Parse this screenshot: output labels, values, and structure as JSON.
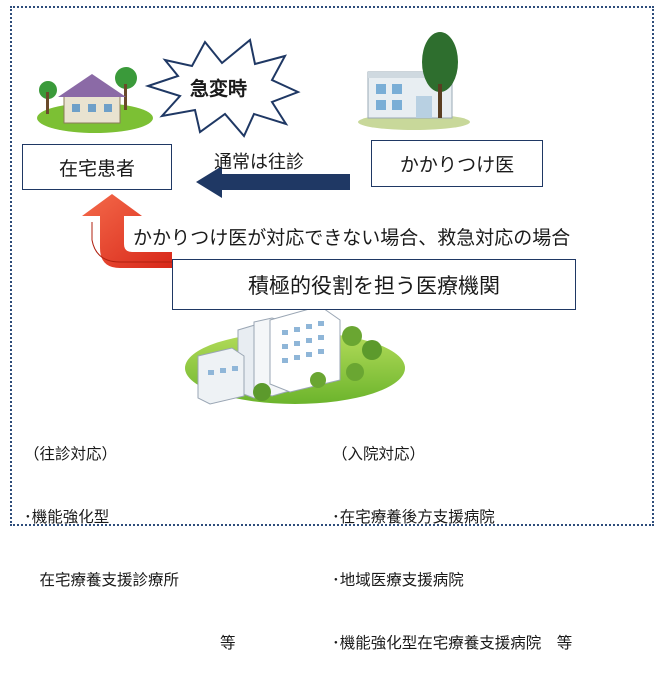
{
  "nodes": {
    "patient": "在宅患者",
    "doctor": "かかりつけ医",
    "core_institution": "積極的役割を担う医療機関"
  },
  "labels": {
    "emergency": "急変時",
    "normal_visit": "通常は往診",
    "condition": "かかりつけ医が対応できない場合、救急対応の場合"
  },
  "clinic_list": {
    "heading": "（往診対応）",
    "items": [
      "･機能強化型",
      "　在宅療養支援診療所"
    ],
    "suffix": "等"
  },
  "hospital_list": {
    "heading": "（入院対応）",
    "items": [
      "･在宅療養後方支援病院",
      "･地域医療支援病院",
      "･機能強化型在宅療養支援病院　等"
    ]
  },
  "colors": {
    "border": "#1f3864",
    "blue_arrow": "#1f3864",
    "red_arrow": "#e8391f",
    "frame": "#2e4d7b"
  },
  "icons": [
    "house-icon",
    "clinic-building-icon",
    "hospital-complex-icon",
    "burst-icon"
  ]
}
